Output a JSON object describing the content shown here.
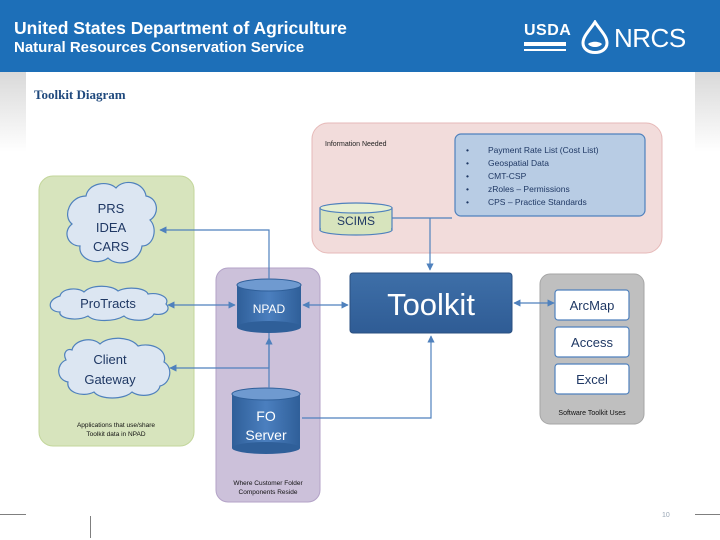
{
  "header": {
    "line1": "United States Department of Agriculture",
    "line2": "Natural Resources Conservation Service",
    "usda_logo_text": "USDA",
    "nrcs_logo_text": "NRCS",
    "background_color": "#1d6fb8"
  },
  "diagram": {
    "title": "Toolkit Diagram",
    "apps_panel": {
      "caption_line1": "Applications that use/share",
      "caption_line2": "Toolkit data in NPAD",
      "clouds": [
        {
          "lines": [
            "PRS",
            "IDEA",
            "CARS"
          ]
        },
        {
          "lines": [
            "ProTracts"
          ]
        },
        {
          "lines": [
            "Client",
            "Gateway"
          ]
        }
      ]
    },
    "customer_folder_panel": {
      "caption_line1": "Where Customer Folder",
      "caption_line2": "Components Reside",
      "npad": "NPAD",
      "fo_server_line1": "FO",
      "fo_server_line2": "Server"
    },
    "info_panel": {
      "label": "Information Needed",
      "scims": "SCIMS",
      "items": [
        "Payment Rate List (Cost List)",
        "Geospatial Data",
        "CMT-CSP",
        "zRoles – Permissions",
        "CPS – Practice Standards"
      ]
    },
    "toolkit": "Toolkit",
    "software_panel": {
      "caption": "Software Toolkit Uses",
      "items": [
        "ArcMap",
        "Access",
        "Excel"
      ]
    }
  },
  "footer": {
    "page_number": "10"
  }
}
